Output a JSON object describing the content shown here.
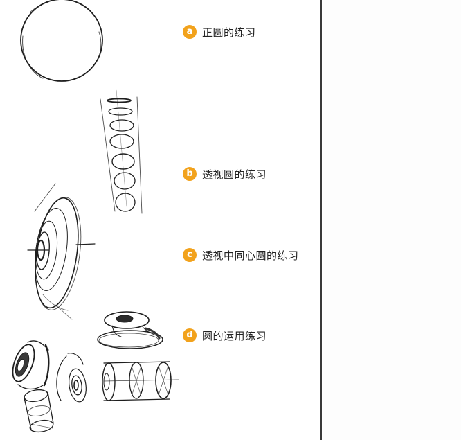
{
  "figure": {
    "accent_color": "#f2a21c",
    "line_color": "#1e1e1e",
    "divider_color": "#3a3a3a"
  },
  "labels": [
    {
      "badge": "a",
      "text": "正圆的练习"
    },
    {
      "badge": "b",
      "text": "透视圆的练习"
    },
    {
      "badge": "c",
      "text": "透视中同心圆的练习"
    },
    {
      "badge": "d",
      "text": "圆的运用练习"
    }
  ],
  "sketches": [
    {
      "id": "a",
      "name": "freehand-circle"
    },
    {
      "id": "b",
      "name": "perspective-ellipse-column"
    },
    {
      "id": "c",
      "name": "concentric-ellipses-in-perspective"
    },
    {
      "id": "d",
      "name": "applied-circle-objects"
    }
  ]
}
